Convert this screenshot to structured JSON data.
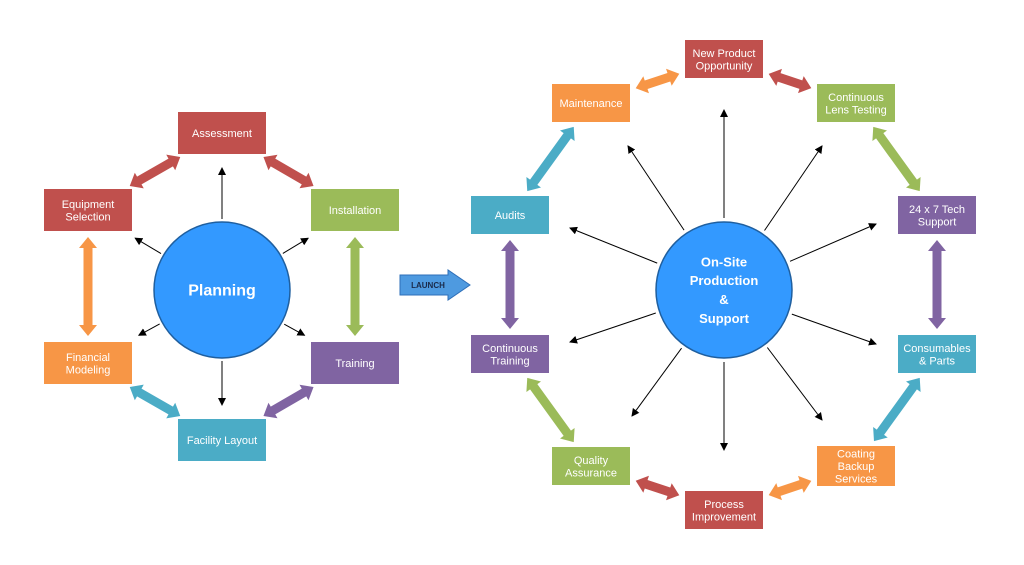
{
  "colors": {
    "red": "#c0504d",
    "green": "#9bbb59",
    "purple": "#8064a2",
    "teal": "#4bacc6",
    "orange": "#f79646",
    "hub": "#3399ff",
    "hub_border": "#1f5f9f",
    "launch": "#4e9ae0"
  },
  "planning": {
    "hub": {
      "lines": [
        "Planning"
      ]
    },
    "nodes": [
      {
        "id": "assessment",
        "lines": [
          "Assessment"
        ],
        "color": "red"
      },
      {
        "id": "installation",
        "lines": [
          "Installation"
        ],
        "color": "green"
      },
      {
        "id": "training",
        "lines": [
          "Training"
        ],
        "color": "purple"
      },
      {
        "id": "facility-layout",
        "lines": [
          "Facility Layout"
        ],
        "color": "teal"
      },
      {
        "id": "financial-modeling",
        "lines": [
          "Financial",
          "Modeling"
        ],
        "color": "orange"
      },
      {
        "id": "equipment-selection",
        "lines": [
          "Equipment",
          "Selection"
        ],
        "color": "red"
      }
    ],
    "connectors": [
      {
        "from": "assessment",
        "to": "installation",
        "color": "red"
      },
      {
        "from": "installation",
        "to": "training",
        "color": "green"
      },
      {
        "from": "training",
        "to": "facility-layout",
        "color": "purple"
      },
      {
        "from": "facility-layout",
        "to": "financial-modeling",
        "color": "teal"
      },
      {
        "from": "financial-modeling",
        "to": "equipment-selection",
        "color": "orange"
      },
      {
        "from": "equipment-selection",
        "to": "assessment",
        "color": "red"
      }
    ]
  },
  "launch": {
    "label": "LAUNCH"
  },
  "production": {
    "hub": {
      "lines": [
        "On-Site",
        "Production",
        "&",
        "Support"
      ]
    },
    "nodes": [
      {
        "id": "new-product-opportunity",
        "lines": [
          "New Product",
          "Opportunity"
        ],
        "color": "red"
      },
      {
        "id": "continuous-lens-testing",
        "lines": [
          "Continuous",
          "Lens Testing"
        ],
        "color": "green"
      },
      {
        "id": "tech-support",
        "lines": [
          "24 x 7 Tech",
          "Support"
        ],
        "color": "purple"
      },
      {
        "id": "consumables-parts",
        "lines": [
          "Consumables",
          "& Parts"
        ],
        "color": "teal"
      },
      {
        "id": "coating-backup-services",
        "lines": [
          "Coating",
          "Backup",
          "Services"
        ],
        "color": "orange"
      },
      {
        "id": "process-improvement",
        "lines": [
          "Process",
          "Improvement"
        ],
        "color": "red"
      },
      {
        "id": "quality-assurance",
        "lines": [
          "Quality",
          "Assurance"
        ],
        "color": "green"
      },
      {
        "id": "continuous-training",
        "lines": [
          "Continuous",
          "Training"
        ],
        "color": "purple"
      },
      {
        "id": "audits",
        "lines": [
          "Audits"
        ],
        "color": "teal"
      },
      {
        "id": "maintenance",
        "lines": [
          "Maintenance"
        ],
        "color": "orange"
      }
    ],
    "connectors": [
      {
        "from": "new-product-opportunity",
        "to": "continuous-lens-testing",
        "color": "red"
      },
      {
        "from": "continuous-lens-testing",
        "to": "tech-support",
        "color": "green"
      },
      {
        "from": "tech-support",
        "to": "consumables-parts",
        "color": "purple"
      },
      {
        "from": "consumables-parts",
        "to": "coating-backup-services",
        "color": "teal"
      },
      {
        "from": "coating-backup-services",
        "to": "process-improvement",
        "color": "orange"
      },
      {
        "from": "process-improvement",
        "to": "quality-assurance",
        "color": "red"
      },
      {
        "from": "quality-assurance",
        "to": "continuous-training",
        "color": "green"
      },
      {
        "from": "continuous-training",
        "to": "audits",
        "color": "purple"
      },
      {
        "from": "audits",
        "to": "maintenance",
        "color": "teal"
      },
      {
        "from": "maintenance",
        "to": "new-product-opportunity",
        "color": "orange"
      }
    ]
  }
}
